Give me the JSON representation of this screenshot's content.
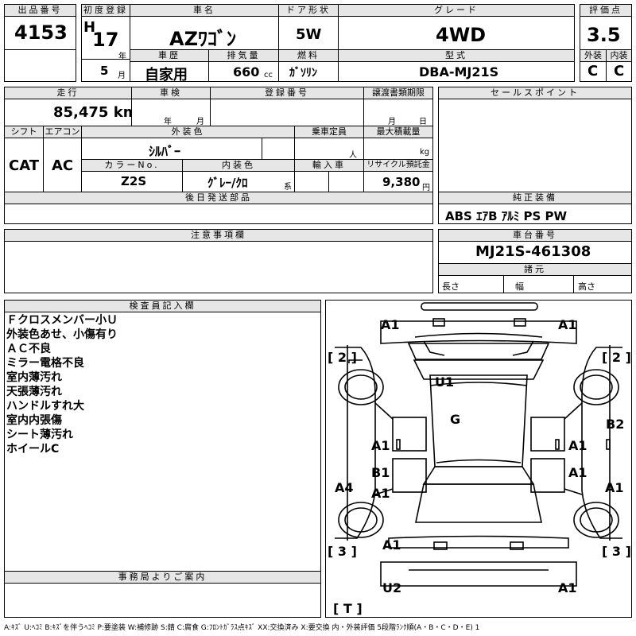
{
  "header": {
    "lot_label": "出品番号",
    "lot": "4153",
    "first_reg_label": "初度登録",
    "era": "H",
    "year": "17",
    "year_unit": "年",
    "month": "5",
    "month_unit": "月",
    "car_name_label": "車名",
    "car_name": "AZﾜｺﾞﾝ",
    "door_label": "ドア形状",
    "door": "5W",
    "grade_label": "グレード",
    "grade": "4WD",
    "score_label": "評価点",
    "score": "3.5",
    "exterior_label": "外装",
    "exterior": "C",
    "interior_label": "内装",
    "interior": "C",
    "history_label": "車歴",
    "history": "自家用",
    "displacement_label": "排気量",
    "displacement": "660",
    "displacement_unit": "cc",
    "fuel_label": "燃料",
    "fuel": "ｶﾞｿﾘﾝ",
    "model_label": "型式",
    "model": "DBA-MJ21S"
  },
  "row2": {
    "mileage_label": "走行",
    "mileage": "85,475 km",
    "inspection_label": "車検",
    "inspection_year": "年",
    "inspection_month": "月",
    "reg_label": "登録番号",
    "transfer_label": "譲渡書類期限",
    "transfer_month": "月",
    "transfer_day": "日",
    "shift_label": "シフト",
    "shift": "CAT",
    "ac_label": "エアコン",
    "ac": "AC",
    "color_label": "外装色",
    "color": "ｼﾙﾊﾞｰ",
    "capacity_label": "乗車定員",
    "capacity_unit": "人",
    "maxload_label": "最大積載量",
    "maxload_unit": "kg",
    "color_no_label": "カラーNo.",
    "color_no": "Z2S",
    "interior_color_label": "内装色",
    "interior_color": "ｸﾞﾚｰ/ｸﾛ",
    "interior_color_suffix": "系",
    "import_label": "輸入車",
    "recycle_label": "リサイクル預託金",
    "recycle": "9,380",
    "recycle_unit": "円",
    "later_parts_label": "後日発送部品"
  },
  "sales": {
    "label": "セールスポイント",
    "equipment_label": "純正装備",
    "equipment": "ABS ｴｱB ｱﾙﾐ PS PW",
    "chassis_label": "車台番号",
    "chassis": "MJ21S-461308",
    "spec_label": "諸元",
    "length_label": "長さ",
    "width_label": "幅",
    "height_label": "高さ"
  },
  "notes": {
    "label": "注意事項欄"
  },
  "inspector": {
    "label": "検査員記入欄",
    "lines": [
      "Ｆクロスメンバー小Ｕ",
      "外装色あせ、小傷有り",
      "ＡＣ不良",
      "ミラー電格不良",
      "室内薄汚れ",
      "天張薄汚れ",
      "ハンドルすれ大",
      "室内内張傷",
      "シート薄汚れ",
      "ホイールC"
    ]
  },
  "office": {
    "label": "事務局よりご案内"
  },
  "diagram": {
    "marks": {
      "a1_front_left": "A1",
      "a1_front_right": "A1",
      "br2_left": "[ 2 ]",
      "br2_right": "[ 2 ]",
      "u1": "U1",
      "g": "G",
      "b2": "B2",
      "a1_left_door": "A1",
      "a1_right_door": "A1",
      "b1": "B1",
      "a4": "A4",
      "a1_left_rear_door": "A1",
      "a1_right_rear": "A1",
      "a1_right_side": "A1",
      "br3_left": "[ 3 ]",
      "br3_right": "[ 3 ]",
      "a1_rear_left": "A1",
      "u2": "U2",
      "a1_rear_right": "A1",
      "brT": "[ T ]"
    }
  },
  "legend": "A:ｷｽﾞ U:ﾍｺﾐ B:ｷｽﾞを伴うﾍｺﾐ P:要塗装 W:補修跡 S:錆 C:腐食 G:ﾌﾛﾝﾄｶﾞﾗｽ点ｷｽﾞ XX:交換済み X:要交換 内・外装評価 5段階ﾗﾝｸ順(A・B・C・D・E) 1"
}
